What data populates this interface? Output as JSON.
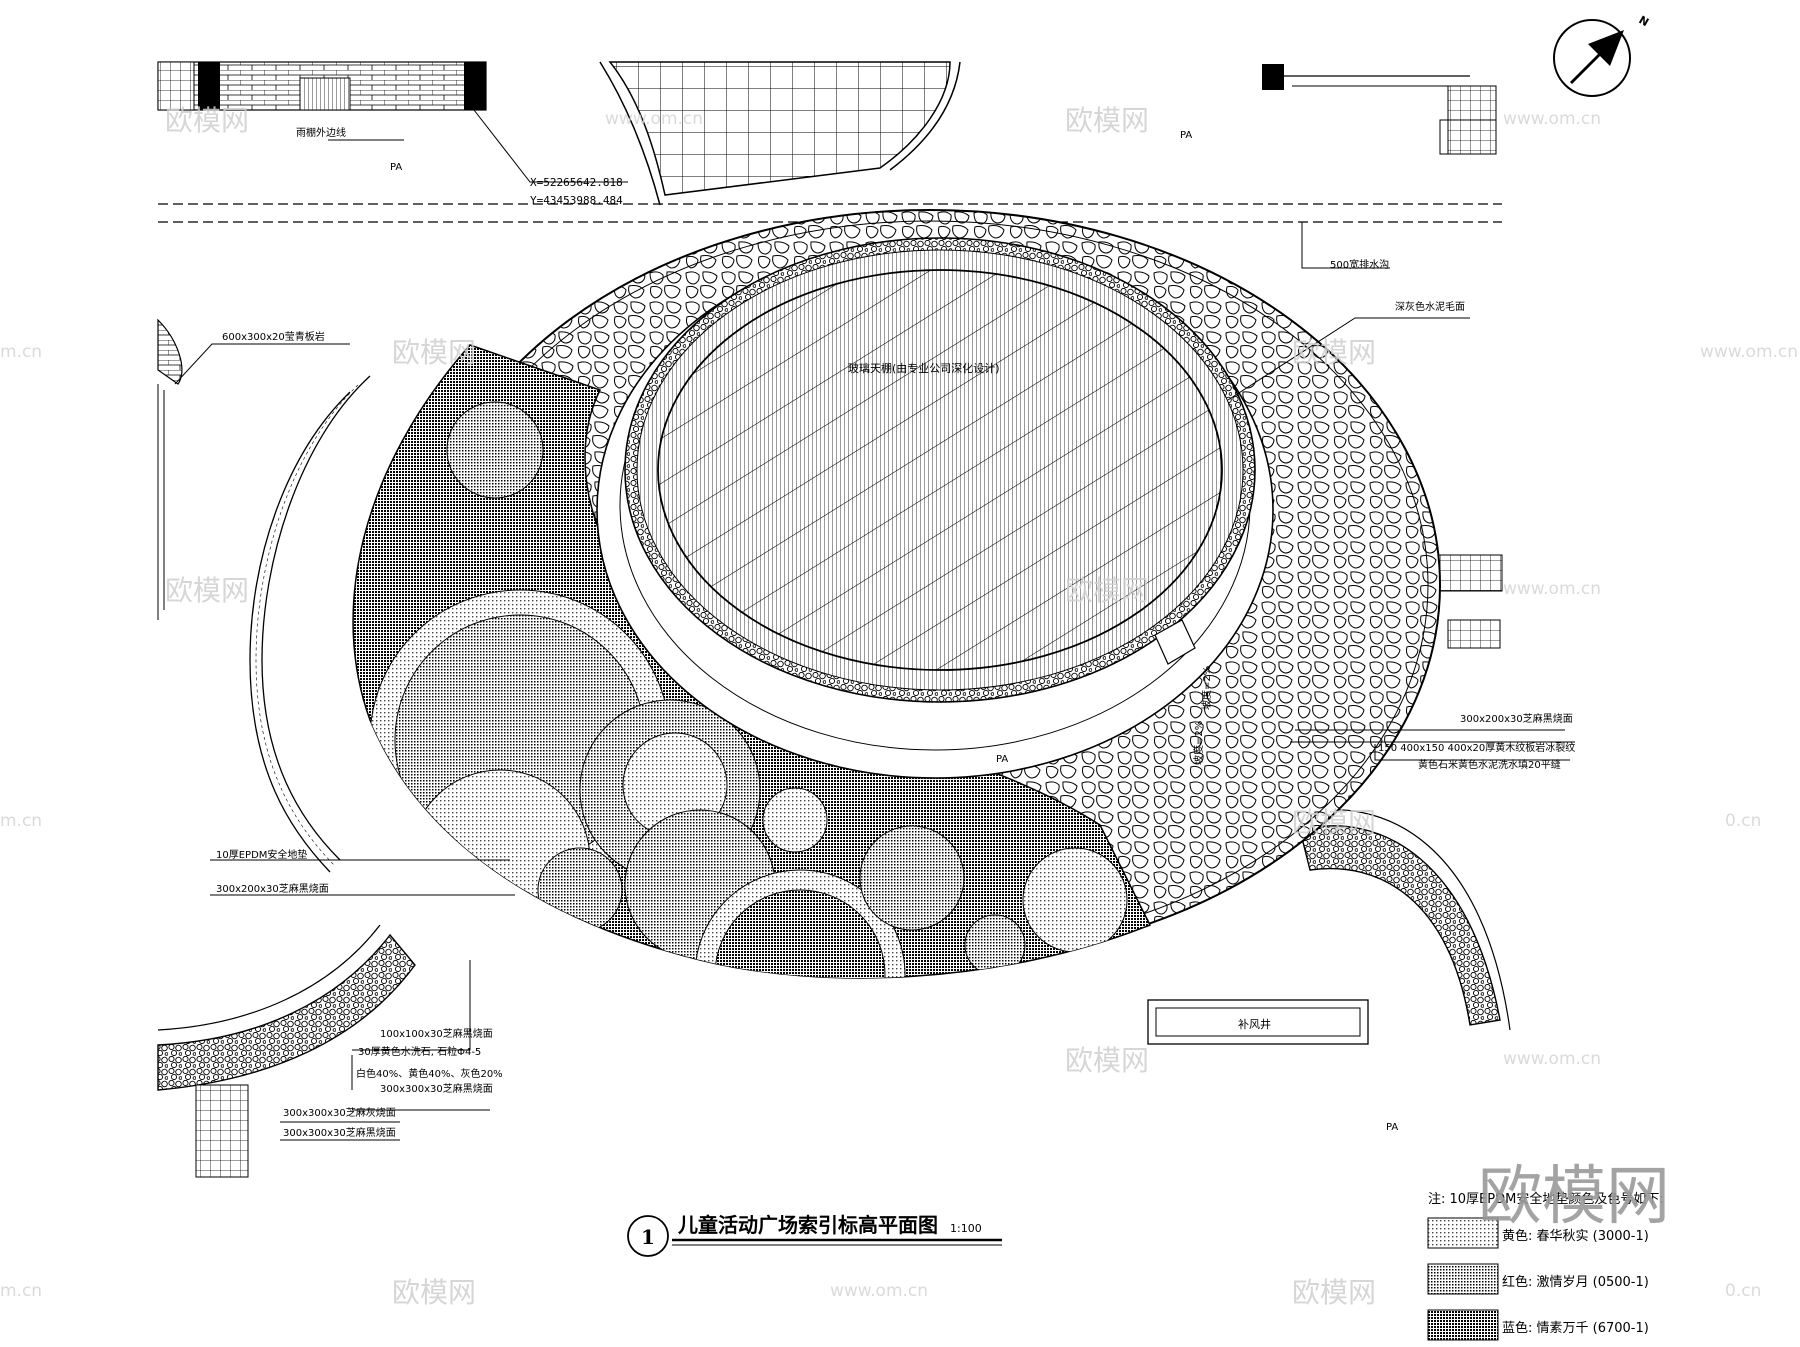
{
  "labels": {
    "canopy_outline": "雨棚外边线",
    "coord_x": "X=52265642.818",
    "coord_y": "Y=43453988.484",
    "pa_1": "PA",
    "pa_2": "PA",
    "pa_3": "PA",
    "pa_4": "PA",
    "drain": "500宽排水沟",
    "gray_cement": "深灰色水泥毛面",
    "slate": "600x300x20莹青板岩",
    "glass_canopy": "玻璃天棚(由专业公司深化设计)",
    "slope_1": "坡度=2%",
    "slope_2": "坡度=2%",
    "sesame_black_1": "300x200x30芝麻黑烧面",
    "yellow_wood_1": "150  400x150  400x20厚黄木纹板岩冰裂纹",
    "yellow_wood_2": "黄色石米黄色水泥洗水填20平缝",
    "epdm_safety": "10厚EPDM安全地垫",
    "sesame_black_2": "300x200x30芝麻黑烧面",
    "vent_well": "补风井",
    "sesame_black_3": "100x100x30芝麻黑烧面",
    "yellow_wash": "30厚黄色水洗石, 石粒Φ4-5",
    "mix_ratio": "白色40%、黄色40%、灰色20%",
    "sesame_black_4": "300x300x30芝麻黑烧面",
    "sesame_gray": "300x300x30芝麻灰烧面",
    "sesame_black_5": "300x300x30芝麻黑烧面",
    "north": "N"
  },
  "title": {
    "number": "1",
    "text": "儿童活动广场索引标高平面图",
    "scale": "1:100"
  },
  "legend": {
    "note": "注: 10厚EPDM安全地垫颜色及色号如下:",
    "items": [
      {
        "label": "黄色: 春华秋实 (3000-1)"
      },
      {
        "label": "红色: 激情岁月 (0500-1)"
      },
      {
        "label": "蓝色: 情素万千 (6700-1)"
      }
    ]
  },
  "watermark": {
    "brand": "欧模网",
    "site": "www.om.cn",
    "site_short": "m.cn",
    "site_short2": "0.cn"
  }
}
